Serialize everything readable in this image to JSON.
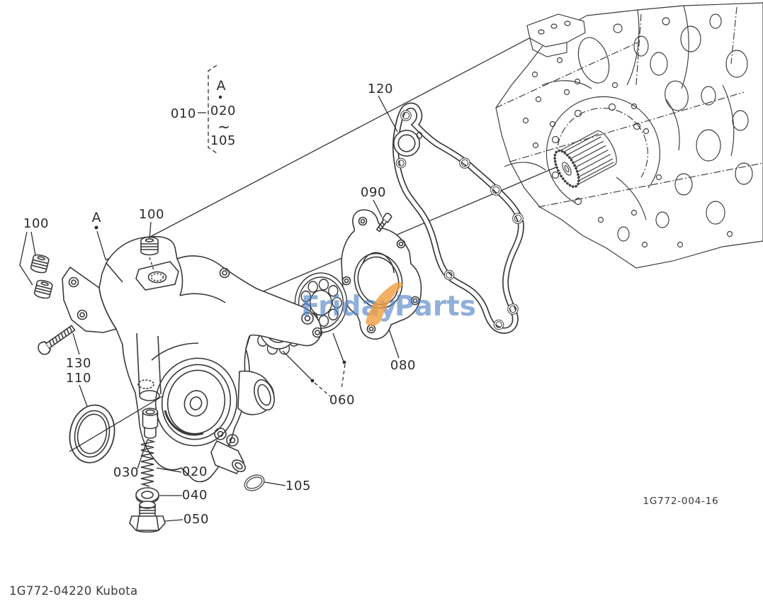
{
  "figure": {
    "drawing_number": "1G772-004-16"
  },
  "footer": {
    "caption": "1G772-04220 Kubota"
  },
  "watermark": {
    "word1": "Friday",
    "word2": "Parts",
    "text_color": "#4d7fc4",
    "swoosh_color": "#ef9d40"
  },
  "callouts": {
    "group_label": "010",
    "detail_marker": "A",
    "range_start": "020",
    "range_separator": "~",
    "range_end": "105",
    "gasket": "120",
    "bolt_small": "090",
    "plugs_left": "100",
    "view_marker": "A",
    "plug_right": "100",
    "bolt_long": "130",
    "oil_seal": "110",
    "relief_piston": "030",
    "relief_spring": "020",
    "washer": "040",
    "plug_bottom": "050",
    "o_ring": "105",
    "rotor_set": "060",
    "cover_plate": "080"
  },
  "colors": {
    "line": "#3a3a3a",
    "label": "#2b2b2b"
  }
}
